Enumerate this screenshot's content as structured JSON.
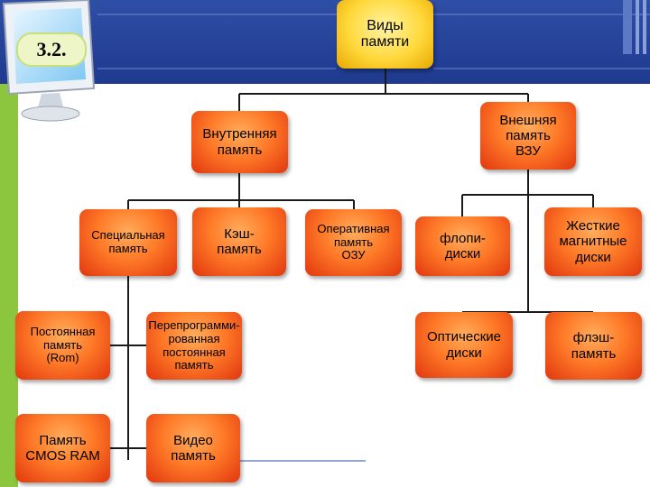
{
  "slide": {
    "number": "3.2."
  },
  "boxes": {
    "root": "Виды\nпамяти",
    "internal": "Внутренняя\nпамять",
    "external": "Внешняя\nпамять\nВЗУ",
    "special": "Специальная\nпамять",
    "cache": "Кэш-\nпамять",
    "ram": "Оперативная\nпамять\nОЗУ",
    "floppy": "флопи-\nдиски",
    "hdd": "Жесткие\nмагнитные\nдиски",
    "rom": "Постоянная\nпамять\n(Rom)",
    "eeprom": "Перепрограмми-\nрованная\nпостоянная\nпамять",
    "optical": "Оптические\nдиски",
    "flash": "флэш-\nпамять",
    "cmos": "Память\nCMOS RAM",
    "video": "Видео\nпамять"
  },
  "colors": {
    "box": "#ff7a28",
    "root": "#ffd83a",
    "header": "#2f4ea6",
    "rail": "#8cc63f"
  }
}
